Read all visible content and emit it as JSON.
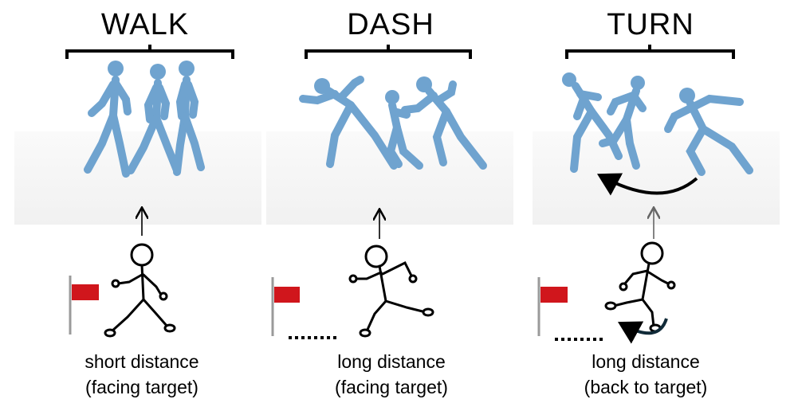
{
  "panels": [
    {
      "title": "WALK",
      "caption_line1": "short distance",
      "caption_line2": "(facing target)"
    },
    {
      "title": "DASH",
      "caption_line1": "long distance",
      "caption_line2": "(facing target)"
    },
    {
      "title": "TURN",
      "caption_line1": "long distance",
      "caption_line2": "(back to target)"
    }
  ],
  "colors": {
    "mannequin": "#6fa3cf",
    "flag": "#d0161c",
    "pole": "#9a9a9a",
    "turn_arrow": "#102a38"
  }
}
